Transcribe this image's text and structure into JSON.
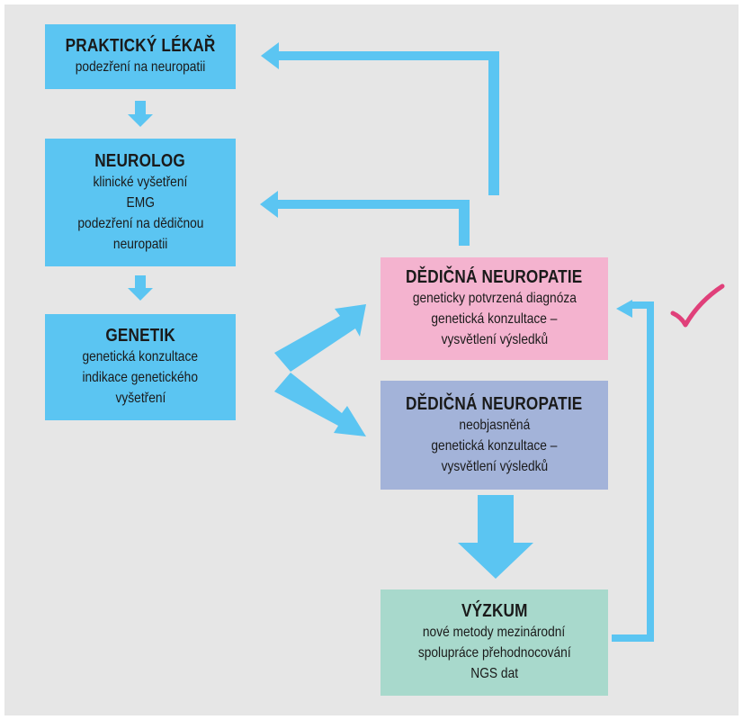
{
  "boxes": {
    "prakticky": {
      "title": "PRAKTICKÝ LÉKAŘ",
      "lines": [
        "podezření na neuropatii"
      ]
    },
    "neurolog": {
      "title": "NEUROLOG",
      "lines": [
        "klinické vyšetření",
        "EMG",
        "podezření na dědičnou",
        "neuropatii"
      ]
    },
    "genetik": {
      "title": "GENETIK",
      "lines": [
        "genetická konzultace",
        "indikace genetického",
        "vyšetření"
      ]
    },
    "potvrzena": {
      "title": "DĚDIČNÁ NEUROPATIE",
      "lines": [
        "geneticky potvrzená diagnóza",
        "genetická konzultace –",
        "vysvětlení výsledků"
      ]
    },
    "neobjasnena": {
      "title": "DĚDIČNÁ NEUROPATIE",
      "lines": [
        "neobjasněná",
        "genetická konzultace –",
        "vysvětlení výsledků"
      ]
    },
    "vyzkum": {
      "title": "VÝZKUM",
      "lines": [
        "nové metody mezinárodní",
        "spolupráce přehodnocování",
        "NGS dat"
      ]
    }
  },
  "colors": {
    "background": "#e6e6e6",
    "blue": "#5bc5f2",
    "pink": "#f4b3cf",
    "lavender": "#a3b3d9",
    "mint": "#a8d9cc",
    "checkmark": "#e0407a"
  },
  "icons": {
    "checkmark": "checkmark-icon"
  }
}
